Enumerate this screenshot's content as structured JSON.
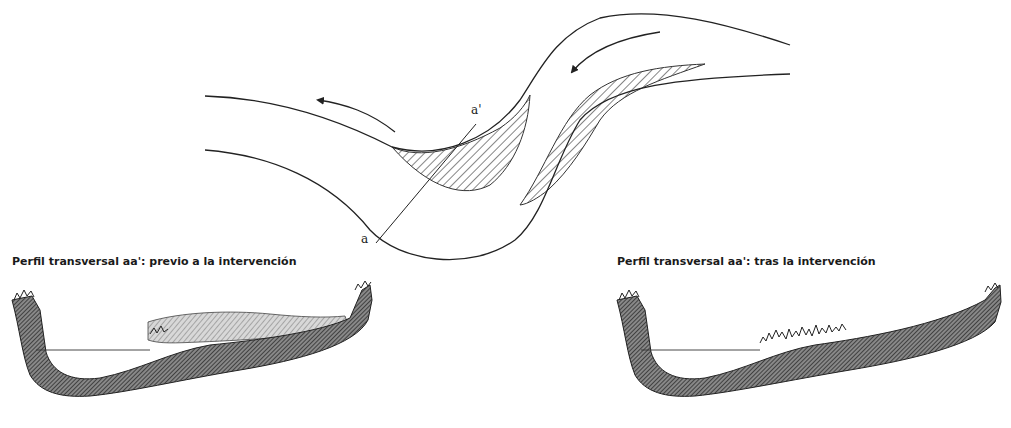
{
  "diagram": {
    "labels": [
      "a'",
      "a",
      "Perfil transversal aa': previo a la intervención",
      "Perfil transversal aa': tras la intervención"
    ]
  }
}
